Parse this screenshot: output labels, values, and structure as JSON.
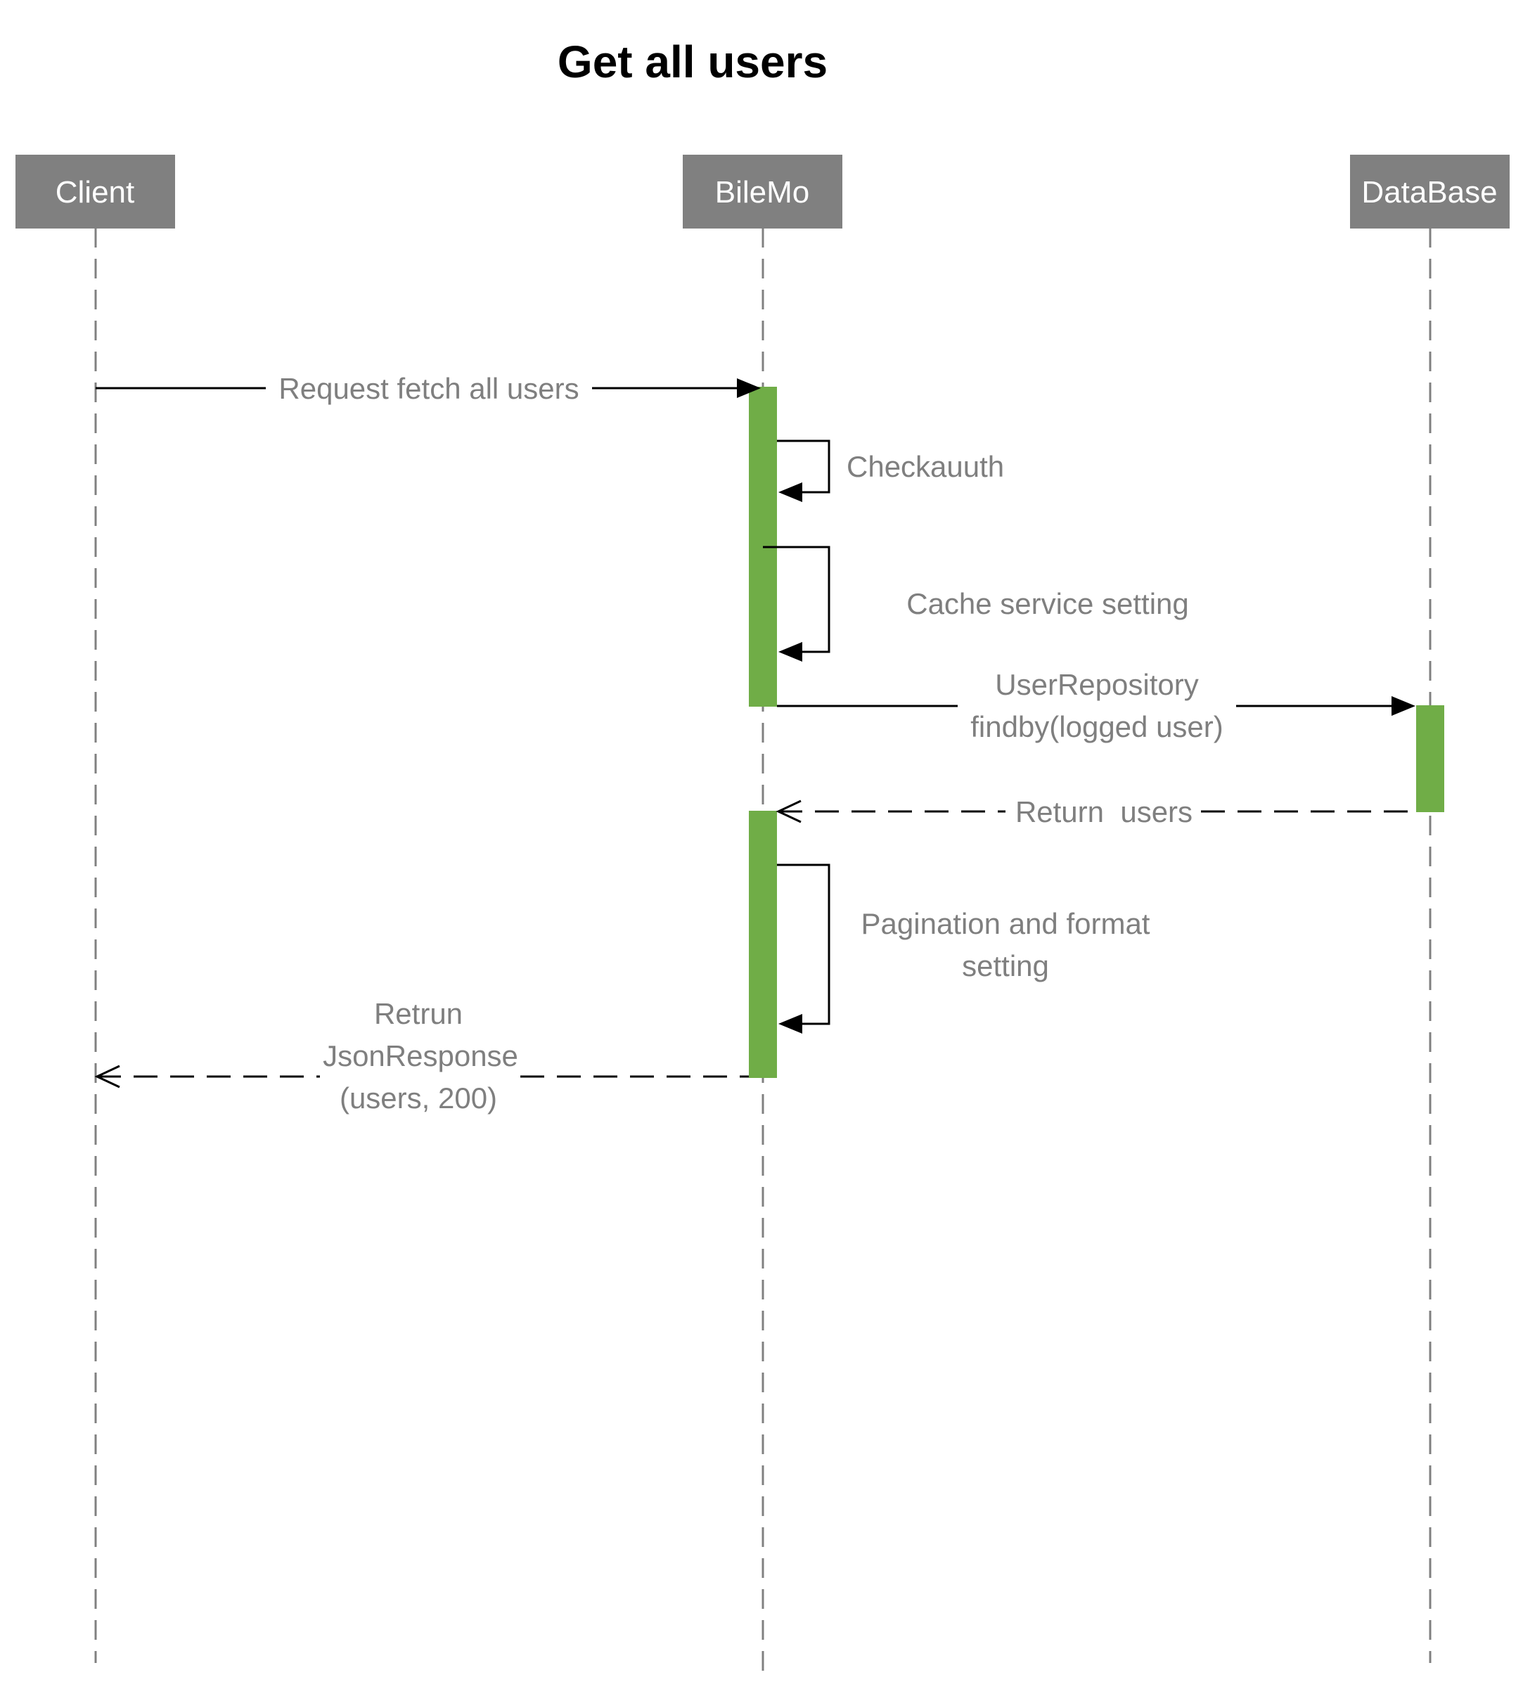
{
  "diagram": {
    "title": "Get all users",
    "colors": {
      "actor_fill": "#808080",
      "actor_text": "#ffffff",
      "activation": "#70ad47",
      "message_text": "#7f7f7f",
      "line": "#000000",
      "lifeline": "#808080"
    },
    "actors": [
      {
        "id": "client",
        "label": "Client"
      },
      {
        "id": "bilemo",
        "label": "BileMo"
      },
      {
        "id": "database",
        "label": "DataBase"
      }
    ],
    "messages": [
      {
        "id": "request-fetch",
        "from": "client",
        "to": "bilemo",
        "kind": "sync",
        "lines": [
          "Request fetch all users"
        ]
      },
      {
        "id": "check-auth",
        "from": "bilemo",
        "to": "bilemo",
        "kind": "self",
        "lines": [
          "Checkauuth"
        ]
      },
      {
        "id": "cache-setting",
        "from": "bilemo",
        "to": "bilemo",
        "kind": "self",
        "lines": [
          "Cache service setting"
        ]
      },
      {
        "id": "user-repository",
        "from": "bilemo",
        "to": "database",
        "kind": "sync",
        "lines": [
          "UserRepository",
          "findby(logged user)"
        ]
      },
      {
        "id": "return-users",
        "from": "database",
        "to": "bilemo",
        "kind": "return",
        "lines": [
          "Return  users"
        ]
      },
      {
        "id": "pagination",
        "from": "bilemo",
        "to": "bilemo",
        "kind": "self",
        "lines": [
          "Pagination and format",
          "setting"
        ]
      },
      {
        "id": "json-response",
        "from": "bilemo",
        "to": "client",
        "kind": "return",
        "lines": [
          "Retrun",
          "JsonResponse",
          "(users, 200)"
        ]
      }
    ]
  }
}
